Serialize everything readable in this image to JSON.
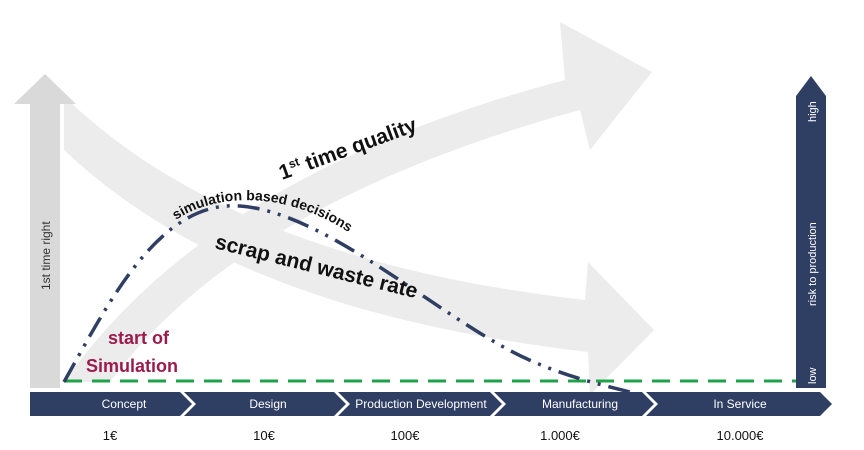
{
  "left_axis_label": "1st time right",
  "arrows": {
    "quality_label": "1st time quality",
    "quality_label_main": "1",
    "quality_label_sup": "st",
    "quality_label_rest": " time quality",
    "scrap_label": "scrap and waste rate"
  },
  "curve_label": "simulation based decisions",
  "start_label": {
    "line1": "start of",
    "line2": "Simulation",
    "color": "#9b1b4d"
  },
  "phases": [
    {
      "label": "Concept",
      "cost": "1€"
    },
    {
      "label": "Design",
      "cost": "10€"
    },
    {
      "label": "Production Development",
      "cost": "100€"
    },
    {
      "label": "Manufacturing",
      "cost": "1.000€"
    },
    {
      "label": "In Service",
      "cost": "10.000€"
    }
  ],
  "risk_axis": {
    "label": "risk to production",
    "high": "high",
    "low": "low"
  },
  "colors": {
    "navy": "#2f3e63",
    "green_dashed": "#1ea34a",
    "light_gray_arrow": "#e6e6e6",
    "axis_gray": "#d9d9d9"
  }
}
